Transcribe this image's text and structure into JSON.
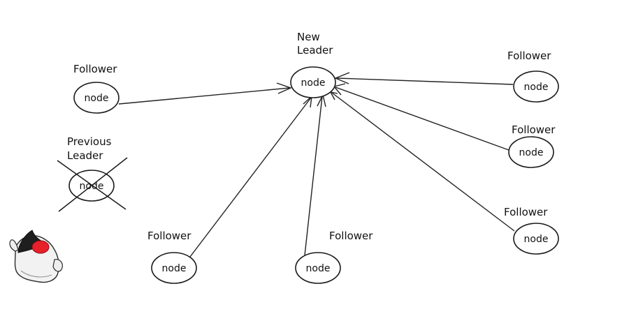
{
  "diagram": {
    "new_leader": {
      "label_line1": "New",
      "label_line2": "Leader",
      "node_text": "node"
    },
    "previous_leader": {
      "label_line1": "Previous",
      "label_line2": "Leader",
      "node_text": "node"
    },
    "followers": [
      {
        "label": "Follower",
        "node_text": "node"
      },
      {
        "label": "Follower",
        "node_text": "node"
      },
      {
        "label": "Follower",
        "node_text": "node"
      },
      {
        "label": "Follower",
        "node_text": "node"
      },
      {
        "label": "Follower",
        "node_text": "node"
      },
      {
        "label": "Follower",
        "node_text": "node"
      }
    ],
    "mascot_icon": "java-duke-mascot-icon",
    "colors": {
      "stroke": "#1a1a1a",
      "mascot_nose": "#e8202a"
    }
  }
}
